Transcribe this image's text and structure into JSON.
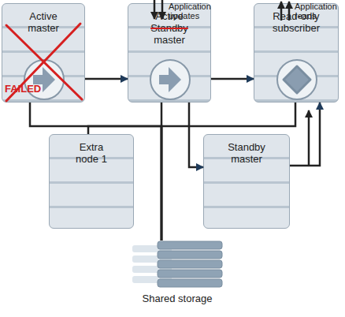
{
  "diagram": {
    "nodes": [
      {
        "text": [
          "Active master"
        ]
      },
      {
        "text": [
          "Active",
          "Standby",
          "master"
        ]
      },
      {
        "text": [
          "Read-only subscriber"
        ]
      },
      {
        "text": [
          "Extra node 1"
        ]
      },
      {
        "text": [
          "Standby master"
        ]
      },
      {
        "text": [
          "Shared storage"
        ]
      }
    ],
    "edges": [
      {
        "from": 0,
        "to": 1,
        "arrow": "to"
      },
      {
        "from": 1,
        "to": 2,
        "arrow": "to"
      },
      {
        "from": 1,
        "to": 4,
        "arrow": "to"
      },
      {
        "from": 4,
        "to": 2,
        "arrow": "to"
      },
      {
        "from": 0,
        "to": 5,
        "arrow": "none"
      },
      {
        "from": 3,
        "to": 5,
        "arrow": "none"
      },
      {
        "from": 1,
        "to": 5,
        "arrow": "none"
      },
      {
        "from": 2,
        "to": 5,
        "arrow": "none"
      }
    ],
    "labels": [
      "Application updates",
      "Application reads",
      "FAILED"
    ]
  }
}
